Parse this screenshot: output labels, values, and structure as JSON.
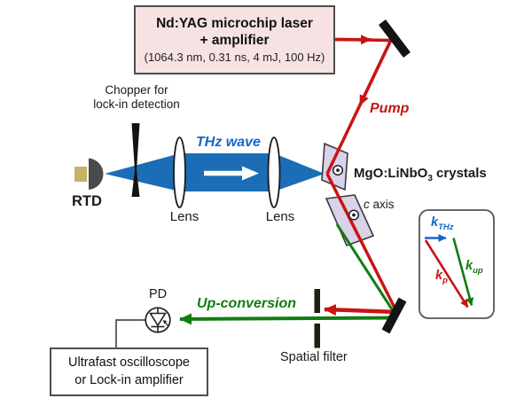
{
  "laser_box": {
    "line1": "Nd:YAG microchip laser",
    "line2": "+ amplifier",
    "line3": "(1064.3 nm, 0.31 ns, 4 mJ, 100 Hz)"
  },
  "source": {
    "chopper_line1": "Chopper for",
    "chopper_line2": "lock-in detection",
    "rtd": "RTD",
    "thz_wave": "THz wave",
    "lens_left": "Lens",
    "lens_right": "Lens"
  },
  "pump_label": "Pump",
  "crystals": {
    "name_prefix": "MgO:LiNbO",
    "name_sub": "3",
    "name_suffix": " crystals",
    "c_axis_c": "c",
    "c_axis_word": " axis"
  },
  "detection": {
    "up_conversion": "Up-conversion",
    "pd": "PD",
    "spatial_filter": "Spatial filter",
    "scope_line1": "Ultrafast oscilloscope",
    "scope_line2": "or Lock-in amplifier"
  },
  "inset": {
    "k_thz_main": "k",
    "k_thz_sub": "THz",
    "k_up_main": "k",
    "k_up_sub": "up",
    "k_p_main": "k",
    "k_p_sub": "p"
  },
  "colors": {
    "pump_red": "#c81414",
    "thz_beam_blue": "#1b6db5",
    "thz_text_blue": "#1565c8",
    "up_conversion_green": "#117c11",
    "crystal_fill": "#d9d2e9",
    "laser_box_fill": "#f6e2e2",
    "mirror_black": "#141414"
  }
}
